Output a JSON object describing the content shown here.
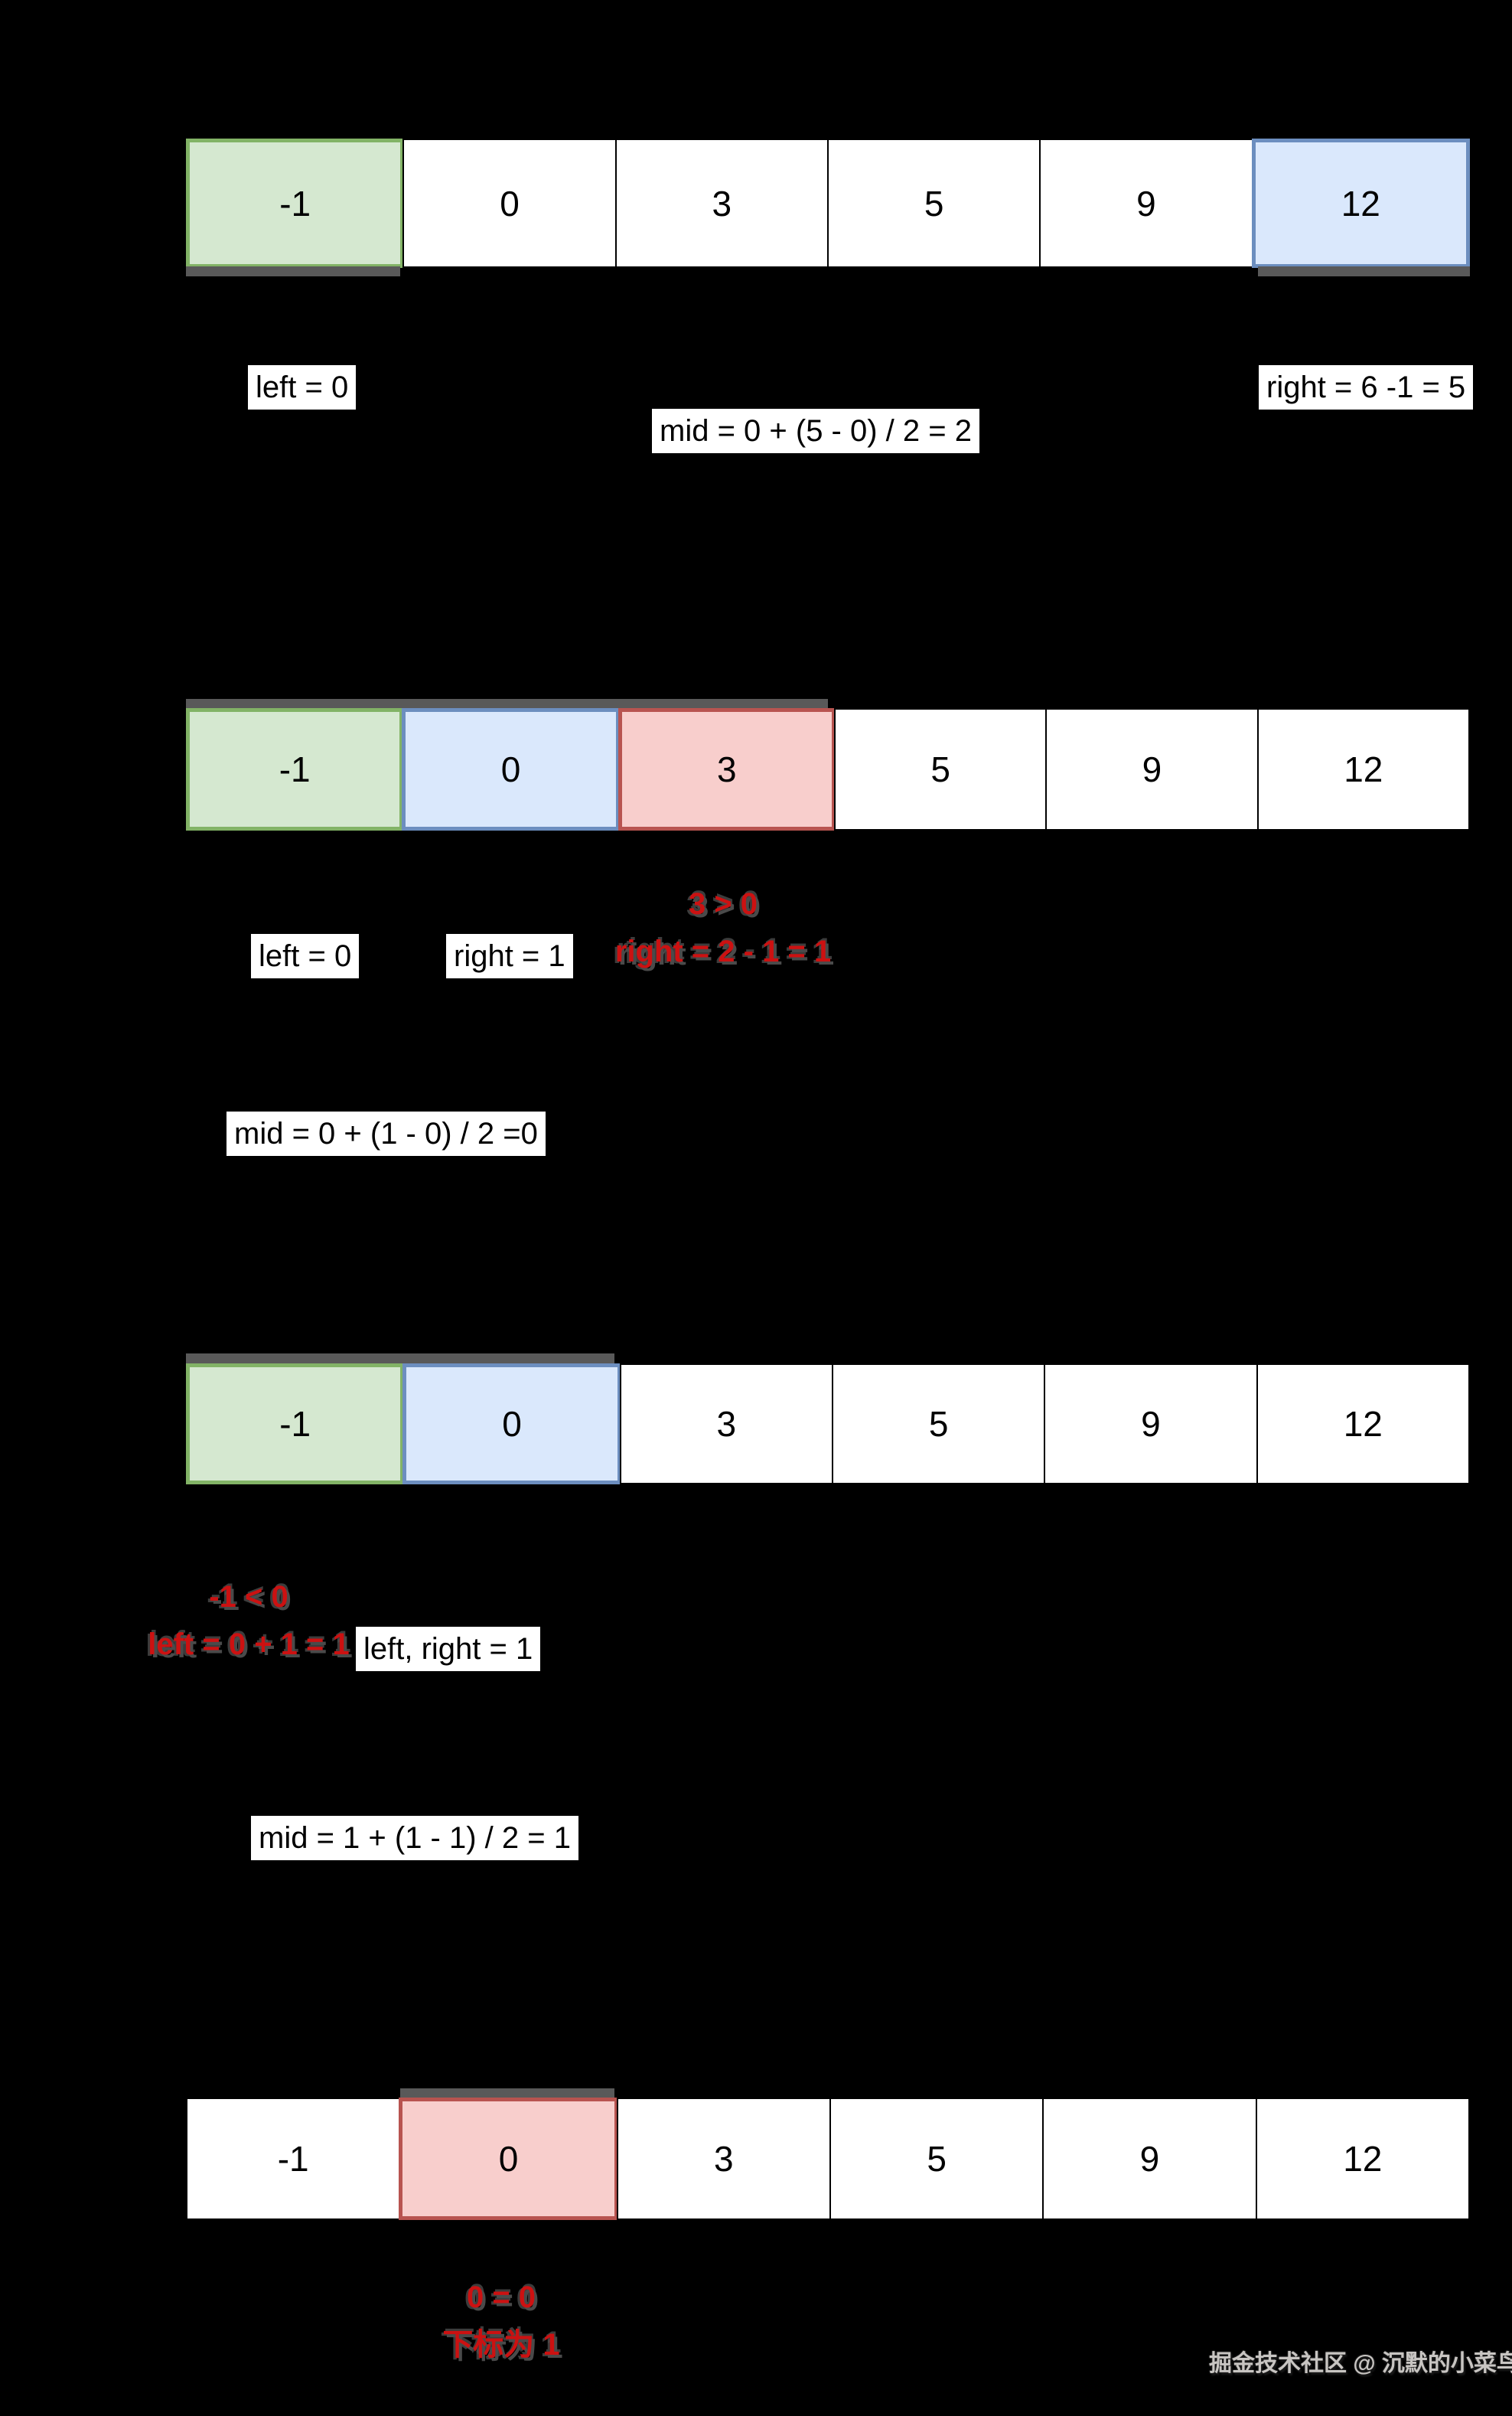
{
  "array": {
    "values": [
      "-1",
      "0",
      "3",
      "5",
      "9",
      "12"
    ]
  },
  "colors": {
    "background": "#000000",
    "cell_fill": "#ffffff",
    "green_fill": "#d5e8d0",
    "green_border": "#82b366",
    "blue_fill": "#dae8fc",
    "blue_border": "#6c8ebf",
    "red_fill": "#f8cecc",
    "red_border": "#b85450",
    "annotation_red": "#cc1111",
    "watermark_color": "#c8c5c2"
  },
  "highlights": {
    "row1": {
      "green": [
        0
      ],
      "blue": [
        5
      ],
      "red": []
    },
    "row2": {
      "green": [
        0
      ],
      "blue": [
        1
      ],
      "red": [
        2
      ]
    },
    "row3": {
      "green": [
        0
      ],
      "blue": [
        1
      ],
      "red": []
    },
    "row4": {
      "green": [],
      "blue": [],
      "red": [
        1
      ]
    }
  },
  "step1": {
    "left_label": "left = 0",
    "right_label": "right = 6 -1 = 5",
    "mid_label": "mid = 0 + (5 - 0) / 2 = 2"
  },
  "step2": {
    "comparison": "3 > 0",
    "update": "right = 2 - 1 = 1",
    "left_label": "left = 0",
    "right_label": "right = 1",
    "mid_label": "mid = 0 + (1 - 0) / 2 =0"
  },
  "step3": {
    "comparison": "-1 < 0",
    "update": "left = 0 + 1 = 1",
    "pointers_label": "left, right = 1",
    "mid_label": "mid = 1 + (1 - 1) / 2 = 1"
  },
  "step4": {
    "comparison": "0 = 0",
    "result": "下标为 1"
  },
  "watermark": "掘金技术社区 @ 沉默的小菜鸟"
}
